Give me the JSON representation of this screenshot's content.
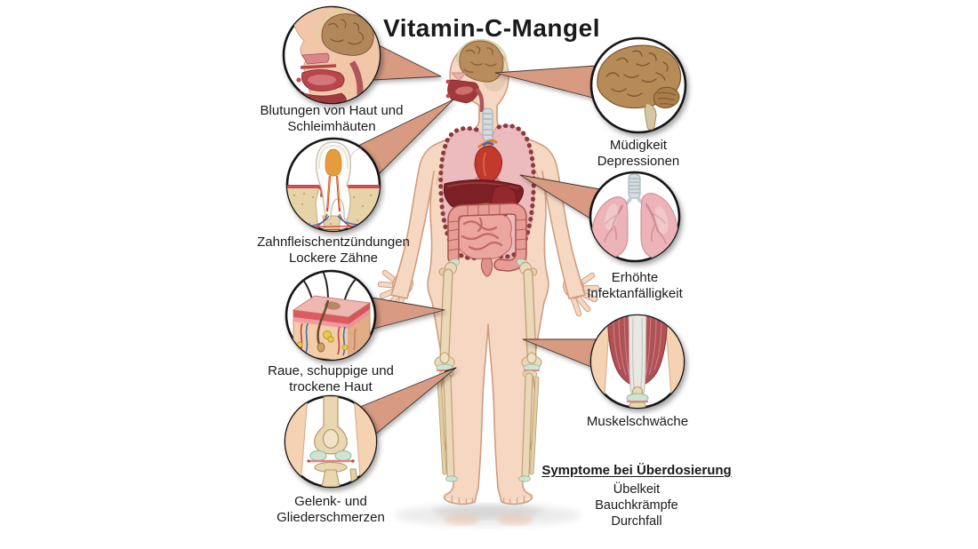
{
  "title": "Vitamin-C-Mangel",
  "colors": {
    "body_skin": "#f5d7c2",
    "beam": "#d89b82",
    "outline": "#1a1a1a",
    "bone": "#e9d7b2",
    "muscle_red": "#b05156",
    "lung_pink": "#ecb4b8"
  },
  "callouts": {
    "mucosa": {
      "label": "Blutungen von Haut und\nSchleimhäuten",
      "icon": "head-cross-section"
    },
    "teeth": {
      "label": "Zahnfleischentzündungen\nLockere Zähne",
      "icon": "tooth-cross-section"
    },
    "skin": {
      "label": "Raue, schuppige und\ntrockene Haut",
      "icon": "skin-cross-section"
    },
    "joints": {
      "label": "Gelenk- und\nGliederschmerzen",
      "icon": "knee-joint"
    },
    "fatigue": {
      "label": "Müdigkeit\nDepressionen",
      "icon": "brain"
    },
    "infection": {
      "label": "Erhöhte\nInfektanfälligkeit",
      "icon": "lungs"
    },
    "muscle": {
      "label": "Muskelschwäche",
      "icon": "leg-muscle"
    }
  },
  "overdose": {
    "heading": "Symptome bei Überdosierung",
    "items": [
      "Übelkeit",
      "Bauchkrämpfe",
      "Durchfall"
    ]
  }
}
